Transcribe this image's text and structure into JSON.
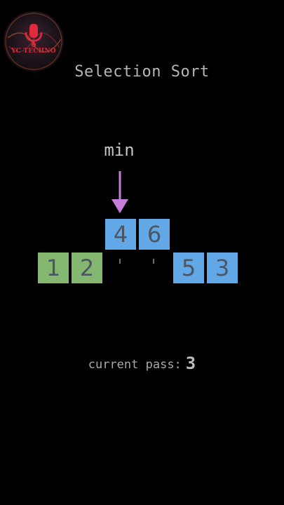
{
  "logo": {
    "text": "YC TECHNO",
    "icon": "microphone-logo-icon"
  },
  "title": "Selection Sort",
  "pointer": {
    "label": "min",
    "icon": "down-arrow-icon",
    "color": "#c77ddb"
  },
  "colors": {
    "unsorted": "#62a8e6",
    "sorted": "#84b770",
    "background": "#000000"
  },
  "raised_boxes": [
    {
      "value": "4",
      "state": "unsorted"
    },
    {
      "value": "6",
      "state": "unsorted"
    }
  ],
  "row_boxes": [
    {
      "value": "1",
      "state": "sorted"
    },
    {
      "value": "2",
      "state": "sorted"
    },
    {
      "value": "5",
      "state": "unsorted"
    },
    {
      "value": "3",
      "state": "unsorted"
    }
  ],
  "status": {
    "label": "current pass:",
    "value": "3"
  }
}
